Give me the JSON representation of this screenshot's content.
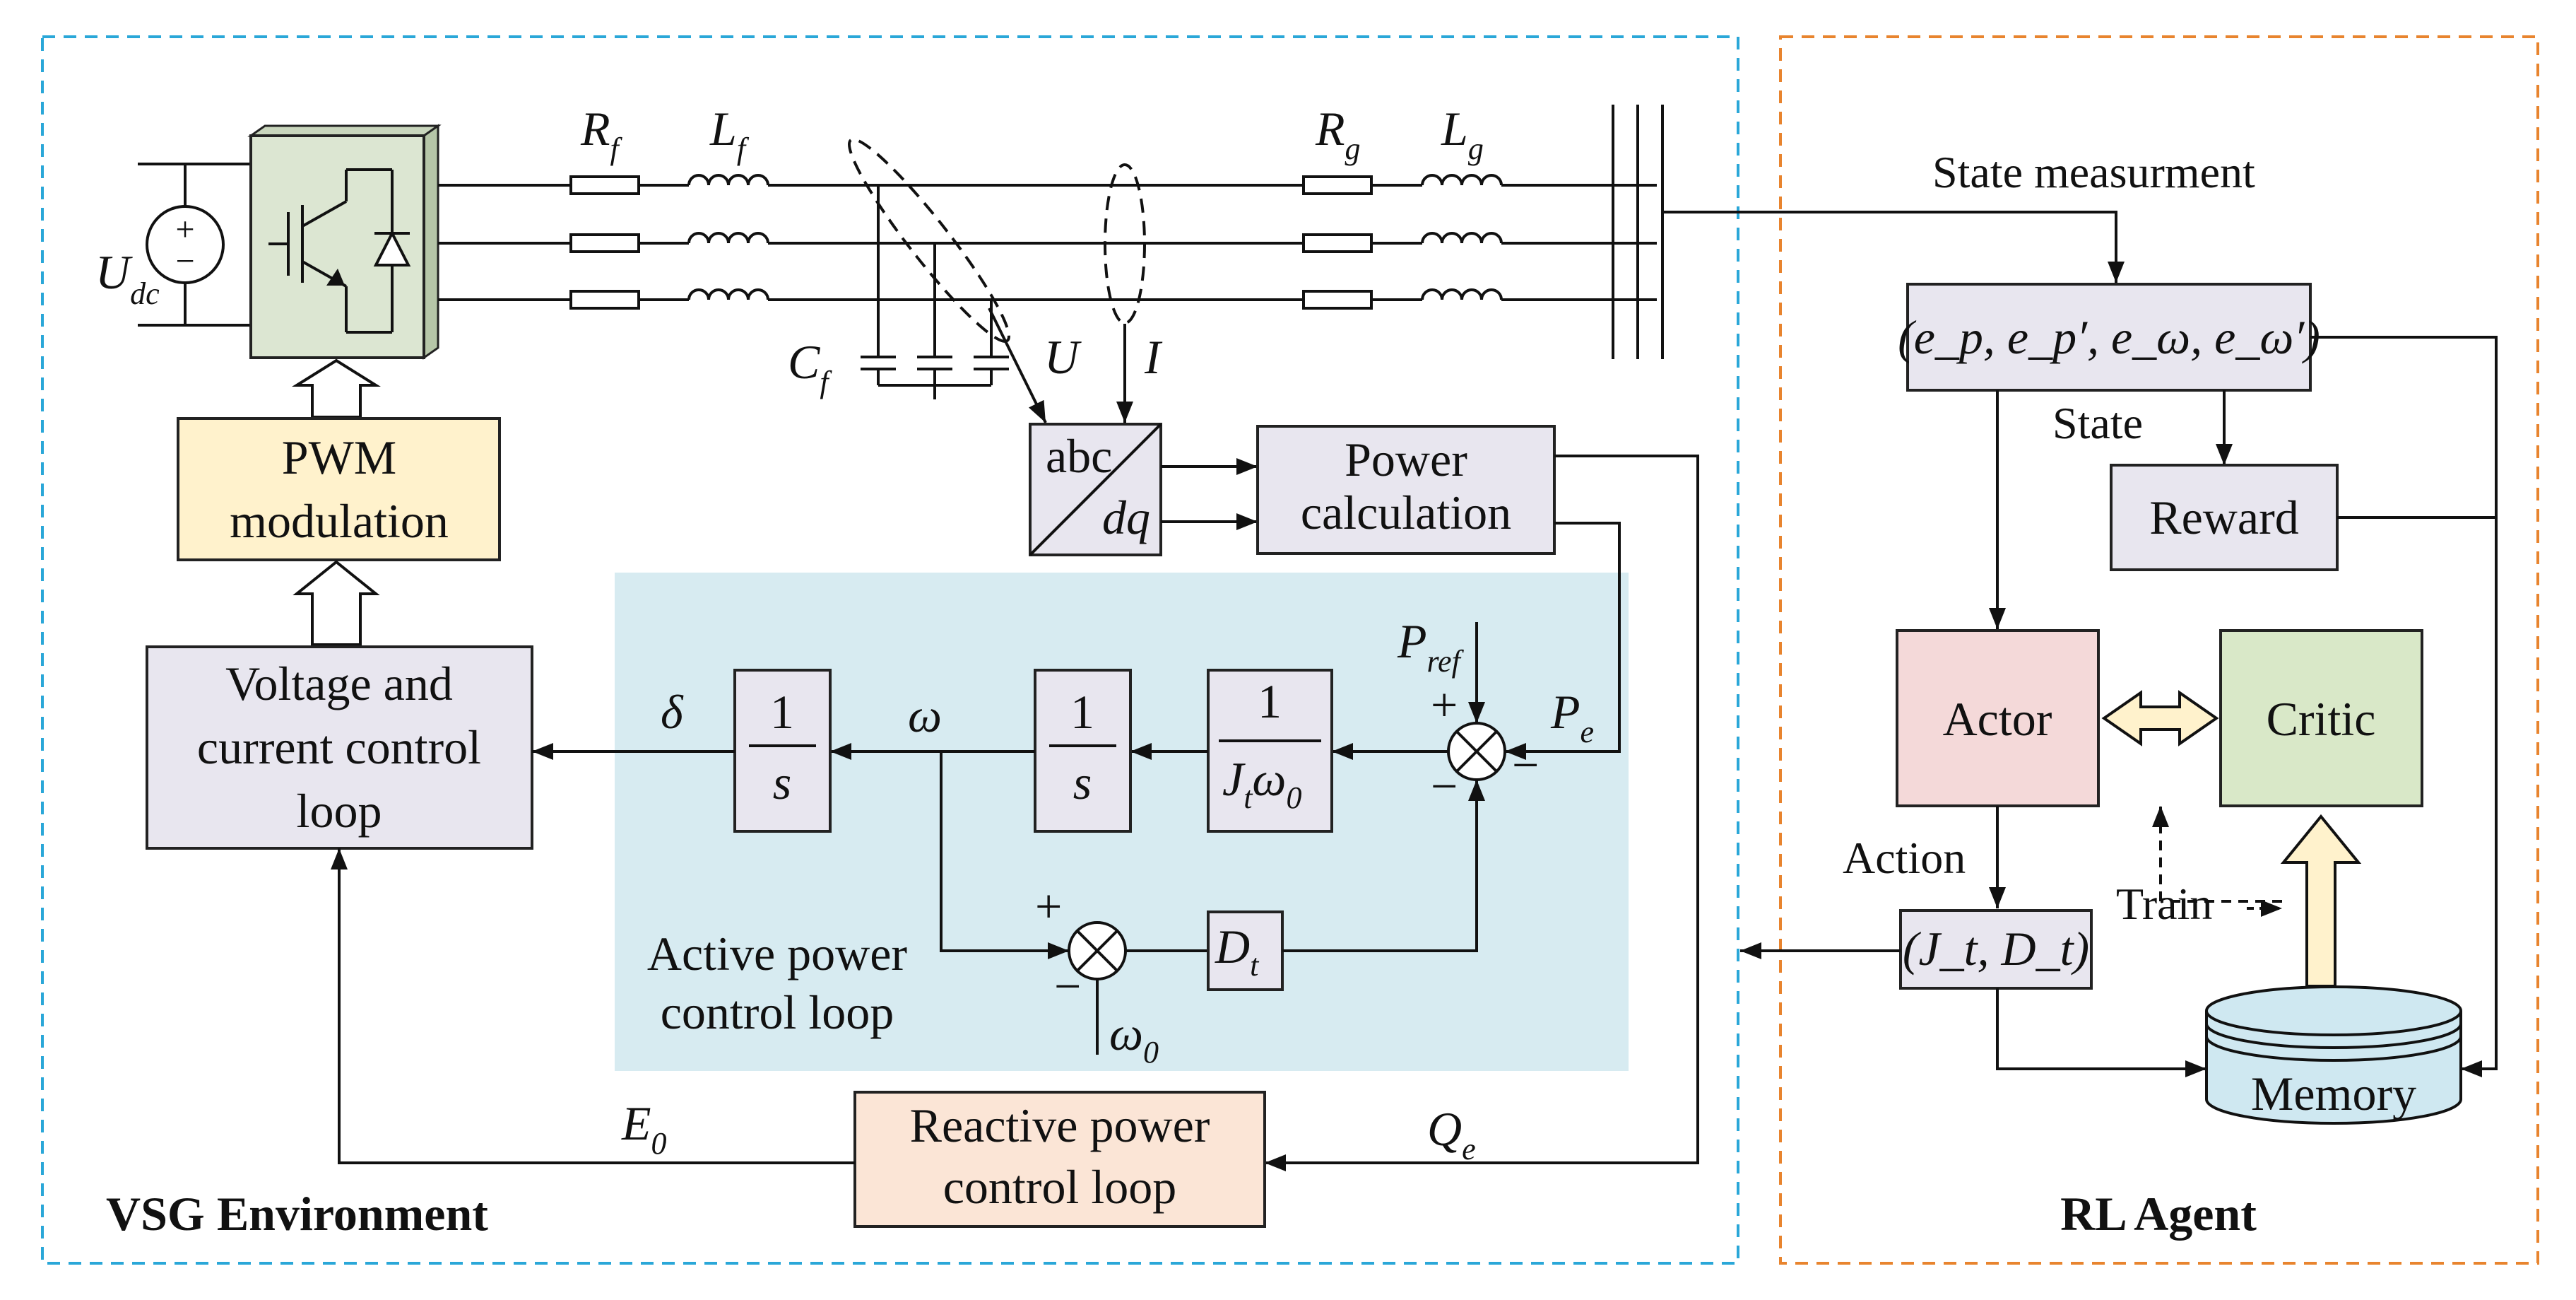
{
  "environment": {
    "title": "VSG Environment",
    "pwm_line1": "PWM",
    "pwm_line2": "modulation",
    "vcc_line1": "Voltage and",
    "vcc_line2": "current control",
    "vcc_line3": "loop",
    "power_calc_line1": "Power",
    "power_calc_line2": "calculation",
    "abc_top": "abc",
    "abc_bottom": "dq",
    "reactive_line1": "Reactive power",
    "reactive_line2": "control loop",
    "active_line1": "Active power",
    "active_line2": "control loop",
    "integrator_num": "1",
    "integrator_den": "s",
    "inertia_num": "1",
    "labels": {
      "udc": "U",
      "udc_sub": "dc",
      "rf": "R",
      "rf_sub": "f",
      "lf": "L",
      "lf_sub": "f",
      "rg": "R",
      "rg_sub": "g",
      "lg": "L",
      "lg_sub": "g",
      "cf": "C",
      "cf_sub": "f",
      "u": "U",
      "i": "I",
      "delta": "δ",
      "omega": "ω",
      "pref": "P",
      "pref_sub": "ref",
      "pe": "P",
      "pe_sub": "e",
      "qe": "Q",
      "qe_sub": "e",
      "e0": "E",
      "e0_sub": "0",
      "omega0": "ω",
      "omega0_sub": "0",
      "jt": "J",
      "jt_sub": "t",
      "jt_omega": "ω",
      "jt_omega_sub": "0",
      "dt": "D",
      "dt_sub": "t",
      "plus": "+",
      "minus": "−"
    }
  },
  "agent": {
    "title": "RL Agent",
    "state_measurement": "State measurment",
    "state_vector": "(e_p, e_p′, e_ω, e_ω′)",
    "state_label": "State",
    "reward": "Reward",
    "actor": "Actor",
    "critic": "Critic",
    "action_label": "Action",
    "action_vector": "(J_t, D_t)",
    "train_label": "Train",
    "memory": "Memory"
  },
  "colors": {
    "env_border": "#2aa7d8",
    "agent_border": "#e8842e",
    "active_loop_bg": "#d7ebf1",
    "pwm_fill": "#fff2cc",
    "gray_box": "#e8e6ef",
    "reactive_fill": "#fbe5d6",
    "actor_fill": "#f4d9d9",
    "critic_fill": "#d9e8c8",
    "memory_fill": "#cfe8f1",
    "inverter_fill": "#dce6d2",
    "arrow_fill": "#fff2cc"
  }
}
